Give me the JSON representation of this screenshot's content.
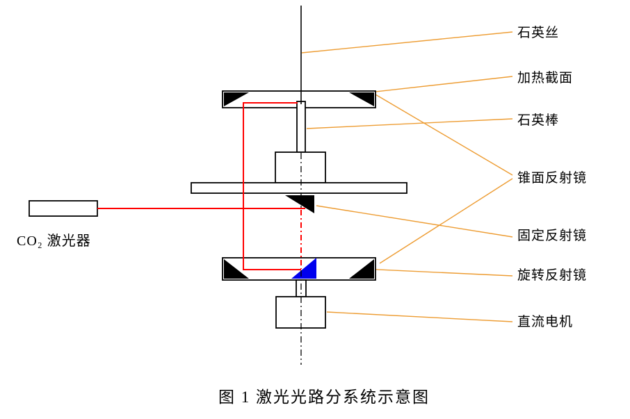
{
  "figure": {
    "caption": "图 1  激光光路分系统示意图"
  },
  "labels": {
    "quartz_fiber": "石英丝",
    "heating_section": "加热截面",
    "quartz_rod": "石英棒",
    "conical_mirror": "锥面反射镜",
    "fixed_mirror": "固定反射镜",
    "rotating_mirror": "旋转反射镜",
    "dc_motor": "直流电机",
    "co2_laser": "CO₂ 激光器"
  },
  "colors": {
    "beam": "#ff0000",
    "leader": "#ed9c32",
    "rotating-mirror": "#0000ee",
    "line": "#000000"
  }
}
